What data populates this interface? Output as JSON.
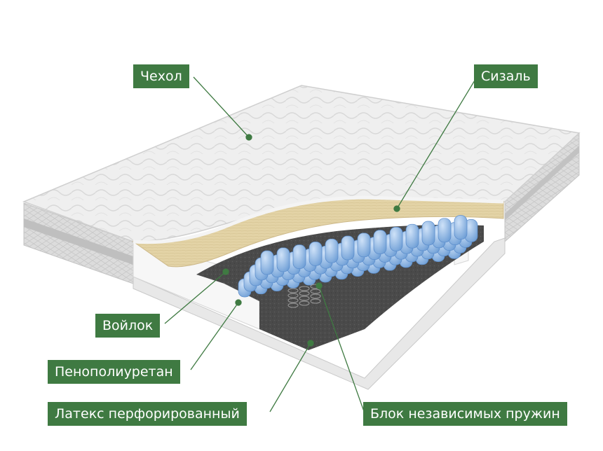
{
  "labels": {
    "cover": "Чехол",
    "sisal": "Сизаль",
    "felt": "Войлок",
    "foam": "Пенополиуретан",
    "latex": "Латекс перфорированный",
    "springs": "Блок независимых пружин"
  },
  "colors": {
    "label_bg": "#3f7a42",
    "leader_line": "#3f7a42",
    "cover": "#eeeeee",
    "sisal": "#e3d3a6",
    "felt": "#4a4a4a",
    "springs": "#8cb6e6",
    "foam": "#f7f7f7"
  }
}
